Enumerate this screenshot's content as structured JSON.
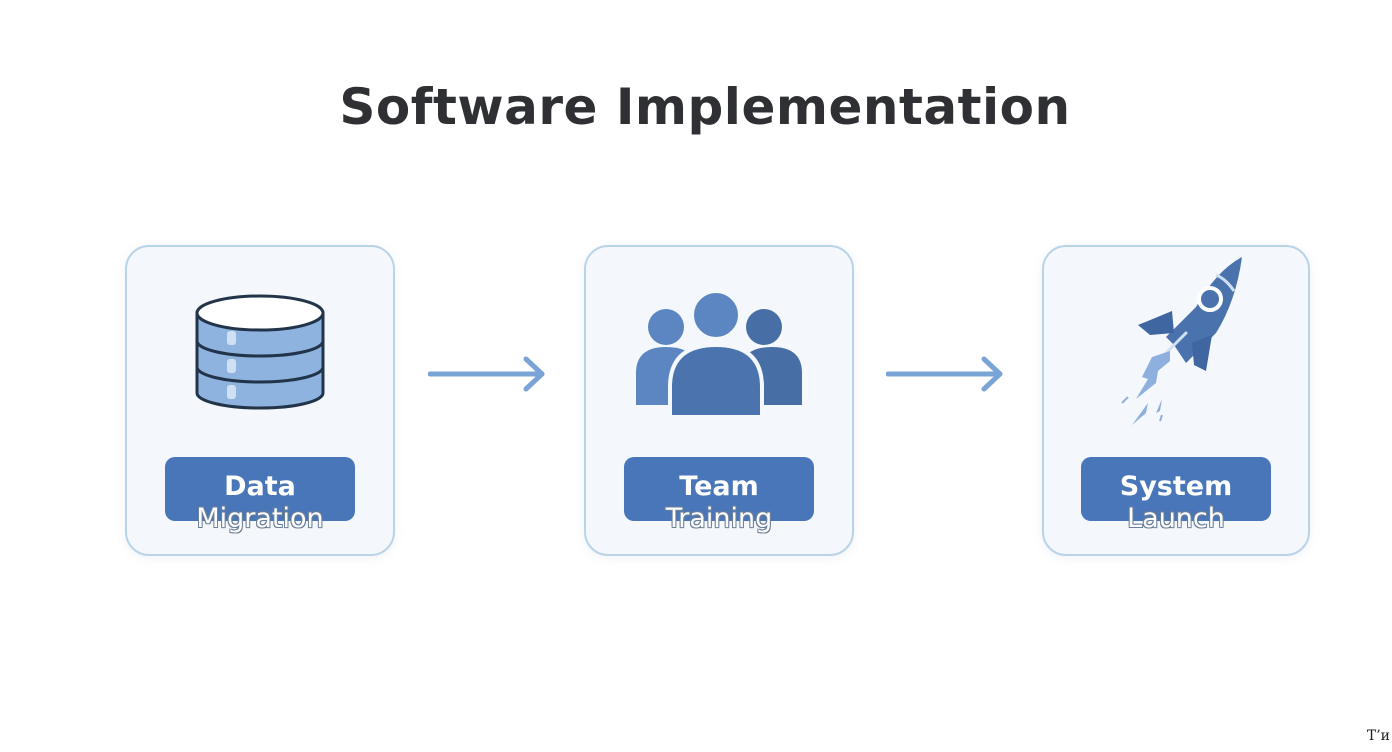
{
  "title": "Software Implementation",
  "steps": [
    {
      "icon": "database-icon",
      "line1": "Data",
      "line2": "Migration"
    },
    {
      "icon": "team-icon",
      "line1": "Team",
      "line2": "Training"
    },
    {
      "icon": "rocket-icon",
      "line1": "System",
      "line2": "Launch"
    }
  ],
  "colors": {
    "accent": "#4876b8",
    "card_border": "#b9d3e9",
    "card_bg": "#f4f8fc",
    "arrow": "#7aa4d6",
    "title": "#2f3033"
  },
  "watermark": "T’и"
}
